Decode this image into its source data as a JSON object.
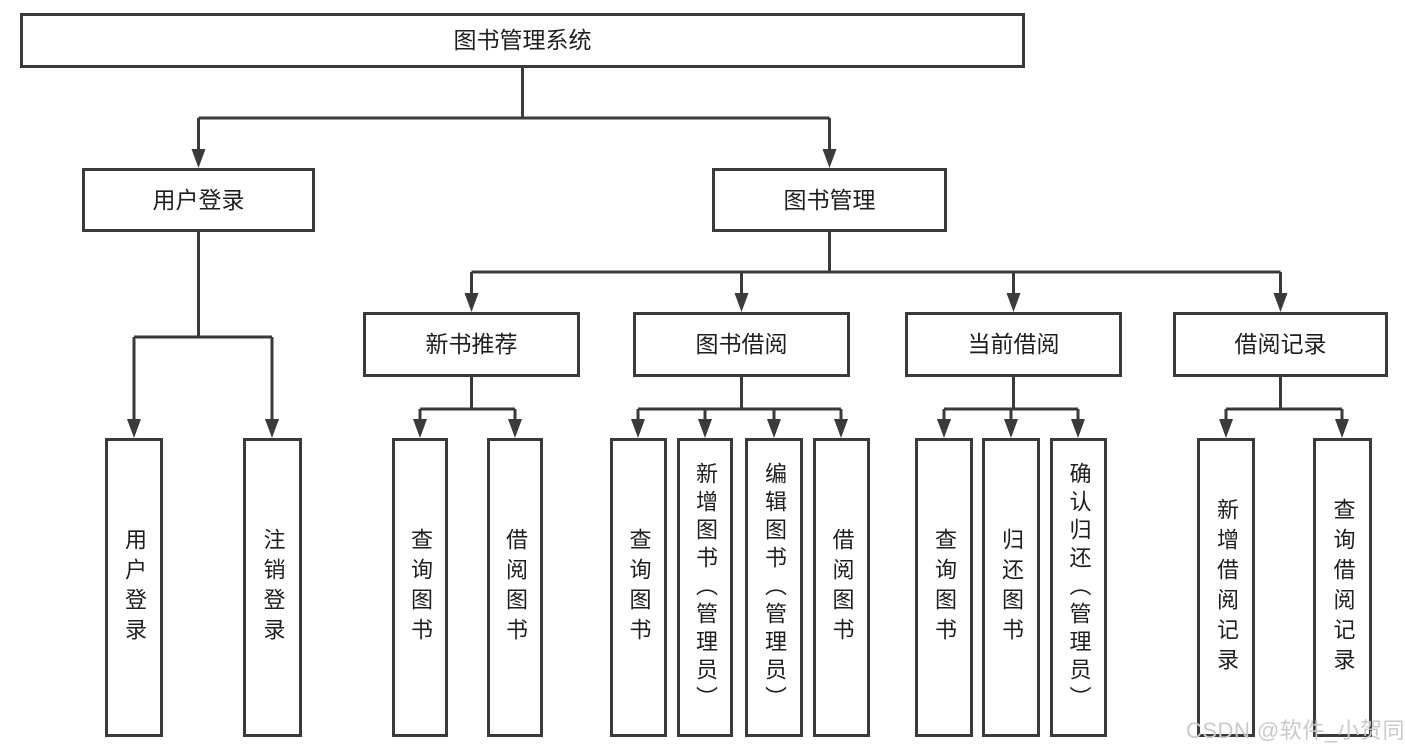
{
  "diagram": {
    "root": {
      "label": "图书管理系统"
    },
    "branches": [
      {
        "label": "用户登录",
        "children": [
          {
            "label": "用户登录"
          },
          {
            "label": "注销登录"
          }
        ]
      },
      {
        "label": "图书管理",
        "children": [
          {
            "label": "新书推荐",
            "children": [
              {
                "label": "查询图书"
              },
              {
                "label": "借阅图书"
              }
            ]
          },
          {
            "label": "图书借阅",
            "children": [
              {
                "label": "查询图书"
              },
              {
                "label": "新增图书（管理员）"
              },
              {
                "label": "编辑图书（管理员）"
              },
              {
                "label": "借阅图书"
              }
            ]
          },
          {
            "label": "当前借阅",
            "children": [
              {
                "label": "查询图书"
              },
              {
                "label": "归还图书"
              },
              {
                "label": "确认归还（管理员）"
              }
            ]
          },
          {
            "label": "借阅记录",
            "children": [
              {
                "label": "新增借阅记录"
              },
              {
                "label": "查询借阅记录"
              }
            ]
          }
        ]
      }
    ]
  },
  "watermark": {
    "text": "CSDN @软件_小贺同学",
    "color": "#c9c9c9"
  },
  "colors": {
    "line": "#3a3a3a",
    "text": "#1e1e1e",
    "box_background": "#ffffff",
    "page_background": "#ffffff"
  }
}
